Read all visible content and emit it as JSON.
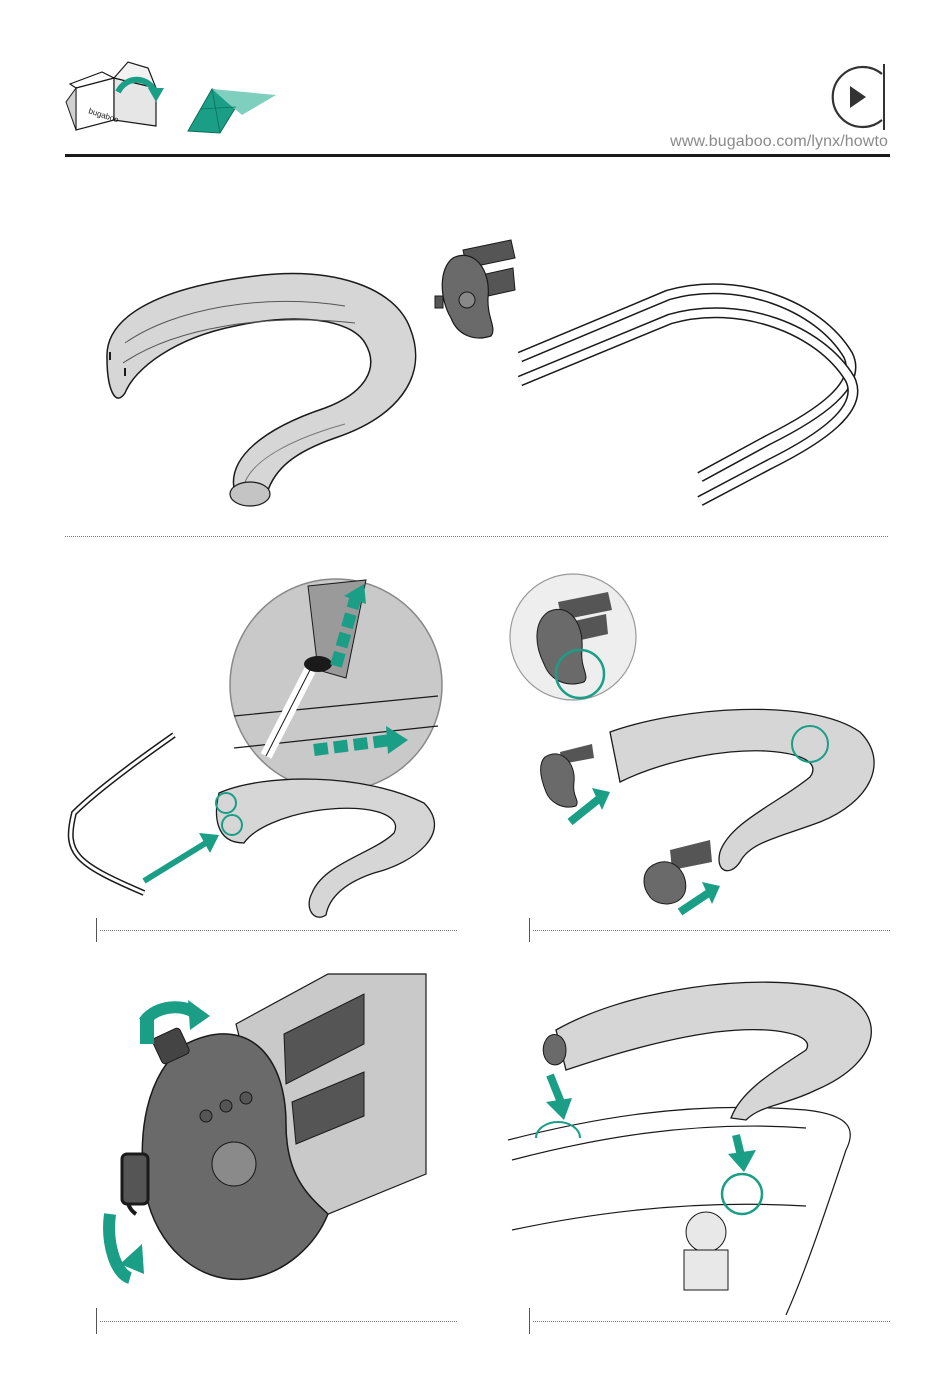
{
  "header": {
    "url": "www.bugaboo.com/lynx/howto",
    "box_logo_text": "bugaboo",
    "play_icon": "play-circle-icon",
    "unbox_icon": "box-unpack-icon",
    "parts_icon": "folded-fabric-icon"
  },
  "colors": {
    "accent": "#1a9e86",
    "accent_light": "#7fcfbf",
    "fabric": "#d6d6d6",
    "fabric_dark": "#c4c4c4",
    "plastic": "#6a6a6a",
    "line": "#1a1a1a"
  },
  "steps": [
    {
      "id": "step-1",
      "content": "parts-overview"
    },
    {
      "id": "step-2",
      "content": "insert-frame-into-cover"
    },
    {
      "id": "step-3",
      "content": "attach-adapters"
    },
    {
      "id": "step-4",
      "content": "fasten-straps"
    },
    {
      "id": "step-5",
      "content": "mount-bumper-bar"
    }
  ]
}
